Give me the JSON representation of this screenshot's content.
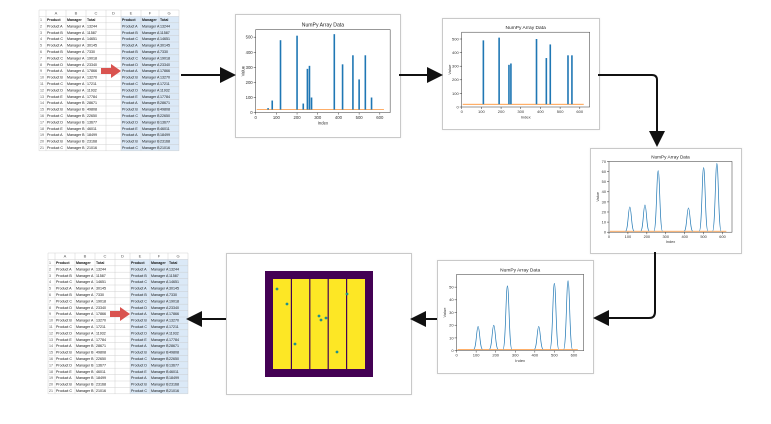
{
  "spreadsheet": {
    "column_letters": [
      "A",
      "B",
      "C",
      "D",
      "E",
      "F",
      "G"
    ],
    "headers": [
      "Product",
      "Manager",
      "Total"
    ],
    "rows": [
      [
        "Product A",
        "Manager A",
        "13244"
      ],
      [
        "Product B",
        "Manager A",
        "11587"
      ],
      [
        "Product C",
        "Manager A",
        "14651"
      ],
      [
        "Product A",
        "Manager A",
        "30145"
      ],
      [
        "Product B",
        "Manager A",
        "7330"
      ],
      [
        "Product C",
        "Manager A",
        "19018"
      ],
      [
        "Product D",
        "Manager A",
        "23340"
      ],
      [
        "Product A",
        "Manager A",
        "17866"
      ],
      [
        "Product B",
        "Manager A",
        "13270"
      ],
      [
        "Product C",
        "Manager A",
        "17211"
      ],
      [
        "Product D",
        "Manager A",
        "11932"
      ],
      [
        "Product E",
        "Manager A",
        "17784"
      ],
      [
        "Product A",
        "Manager B",
        "28671"
      ],
      [
        "Product B",
        "Manager B",
        "49808"
      ],
      [
        "Product C",
        "Manager B",
        "22650"
      ],
      [
        "Product D",
        "Manager B",
        "13677"
      ],
      [
        "Product E",
        "Manager B",
        "46011"
      ],
      [
        "Product A",
        "Manager B",
        "18499"
      ],
      [
        "Product B",
        "Manager B",
        "23168"
      ],
      [
        "Product C",
        "Manager B",
        "21016"
      ]
    ]
  },
  "colors": {
    "arrow_red": "#d9534f",
    "flow_arrow": "#111111",
    "line_blue": "#1f77b4",
    "line_orange": "#ff7f0e",
    "heatmap_bg": "#440154",
    "heatmap_fill": "#fde725",
    "heatmap_accent": "#21918c",
    "sheet_highlight": "#dbe9f7"
  },
  "icons": [
    "red-arrow-icon",
    "flow-arrow-icon"
  ],
  "chart_data": [
    {
      "type": "bar",
      "title": "NumPy Array Data",
      "xlabel": "Index",
      "ylabel": "Value",
      "xlim": [
        0,
        650
      ],
      "ylim": [
        0,
        550
      ],
      "xticks": [
        "0",
        "100",
        "200",
        "300",
        "400",
        "500",
        "600"
      ],
      "yticks": [
        "0",
        "100",
        "200",
        "300",
        "400",
        "500"
      ],
      "x": [
        60,
        80,
        120,
        200,
        230,
        250,
        260,
        270,
        380,
        420,
        470,
        500,
        530,
        560
      ],
      "values": [
        30,
        80,
        480,
        510,
        60,
        290,
        310,
        100,
        520,
        320,
        380,
        220,
        380,
        100
      ],
      "baseline": 20
    },
    {
      "type": "line",
      "title": "NumPy Array Data",
      "xlabel": "Index",
      "ylabel": "Value",
      "xlim": [
        0,
        650
      ],
      "ylim": [
        0,
        550
      ],
      "xticks": [
        "0",
        "100",
        "200",
        "300",
        "400",
        "500",
        "600"
      ],
      "yticks": [
        "0",
        "100",
        "200",
        "300",
        "400",
        "500"
      ],
      "x": [
        110,
        190,
        240,
        250,
        380,
        430,
        450,
        540,
        560
      ],
      "values": [
        490,
        510,
        310,
        320,
        500,
        360,
        460,
        380,
        380
      ],
      "baseline": 20
    },
    {
      "type": "line",
      "title": "NumPy Array Data",
      "xlabel": "Index",
      "ylabel": "Value",
      "xlim": [
        0,
        650
      ],
      "ylim": [
        0,
        70
      ],
      "xticks": [
        "0",
        "100",
        "200",
        "300",
        "400",
        "500",
        "600"
      ],
      "yticks": [
        "0",
        "10",
        "20",
        "30",
        "40",
        "50",
        "60",
        "70"
      ],
      "x": [
        110,
        190,
        260,
        420,
        500,
        570
      ],
      "values": [
        25,
        27,
        61,
        24,
        64,
        68
      ],
      "baseline": 1
    },
    {
      "type": "line",
      "title": "NumPy Array Data",
      "xlabel": "Index",
      "ylabel": "Value",
      "xlim": [
        0,
        650
      ],
      "ylim": [
        0,
        60
      ],
      "xticks": [
        "0",
        "100",
        "200",
        "300",
        "400",
        "500",
        "600"
      ],
      "yticks": [
        "0",
        "10",
        "20",
        "30",
        "40",
        "50"
      ],
      "x": [
        110,
        190,
        260,
        420,
        500,
        570
      ],
      "values": [
        19,
        20,
        51,
        19,
        53,
        55
      ],
      "baseline": 1
    },
    {
      "type": "heatmap",
      "stripe_count": 5
    }
  ]
}
